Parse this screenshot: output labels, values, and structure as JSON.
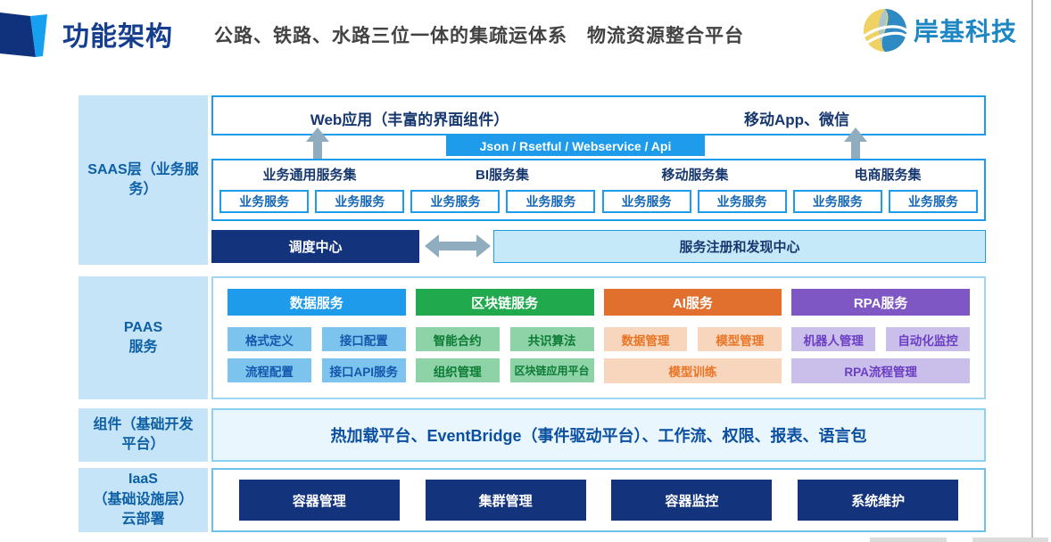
{
  "header": {
    "title": "功能架构",
    "subtitle": "公路、铁路、水路三位一体的集疏运体系　物流资源整合平台",
    "logo_text": "岸基科技"
  },
  "sidebar": {
    "saas": {
      "lines": [
        "SAAS层（业务服",
        "务）"
      ]
    },
    "paas": {
      "lines": [
        "PAAS",
        "服务"
      ]
    },
    "components": {
      "lines": [
        "组件（基础开发",
        "平台）"
      ]
    },
    "iaas": {
      "lines": [
        "IaaS",
        "（基础设施层）",
        "云部署"
      ]
    }
  },
  "saas": {
    "web_app": "Web应用（丰富的界面组件）",
    "mobile_app": "移动App、微信",
    "api_bar": "Json  /  Rsetful  /  Webservice  /  Api",
    "groups": [
      "业务通用服务集",
      "BI服务集",
      "移动服务集",
      "电商服务集"
    ],
    "service_boxes": [
      "业务服务",
      "业务服务",
      "业务服务",
      "业务服务",
      "业务服务",
      "业务服务",
      "业务服务",
      "业务服务"
    ],
    "dispatch_center": "调度中心",
    "registry_center": "服务注册和发现中心"
  },
  "paas": {
    "columns": [
      {
        "header": "数据服务",
        "row1": [
          "格式定义",
          "接口配置"
        ],
        "row2": [
          "流程配置",
          "接口API服务"
        ]
      },
      {
        "header": "区块链服务",
        "row1": [
          "智能合约",
          "共识算法"
        ],
        "row2": [
          "组织管理",
          "区块链应用平台"
        ]
      },
      {
        "header": "AI服务",
        "row1": [
          "数据管理",
          "模型管理"
        ],
        "row2_wide": "模型训练"
      },
      {
        "header": "RPA服务",
        "row1": [
          "机器人管理",
          "自动化监控"
        ],
        "row2_wide": "RPA流程管理"
      }
    ]
  },
  "components_layer": {
    "text": "热加载平台、EventBridge（事件驱动平台）、工作流、权限、报表、语言包"
  },
  "iaas": {
    "boxes": [
      "容器管理",
      "集群管理",
      "容器监控",
      "系统维护"
    ]
  },
  "colors": {
    "accent_blue": "#1e9bea",
    "navy": "#14337d",
    "green": "#21a94e",
    "orange": "#e1702f",
    "purple": "#7e57c5",
    "panel_light_blue": "#c5e4f7",
    "arrow_gray": "#8fadbf",
    "logo_blue": "#1c87c3",
    "logo_yellow": "#f0d264"
  }
}
